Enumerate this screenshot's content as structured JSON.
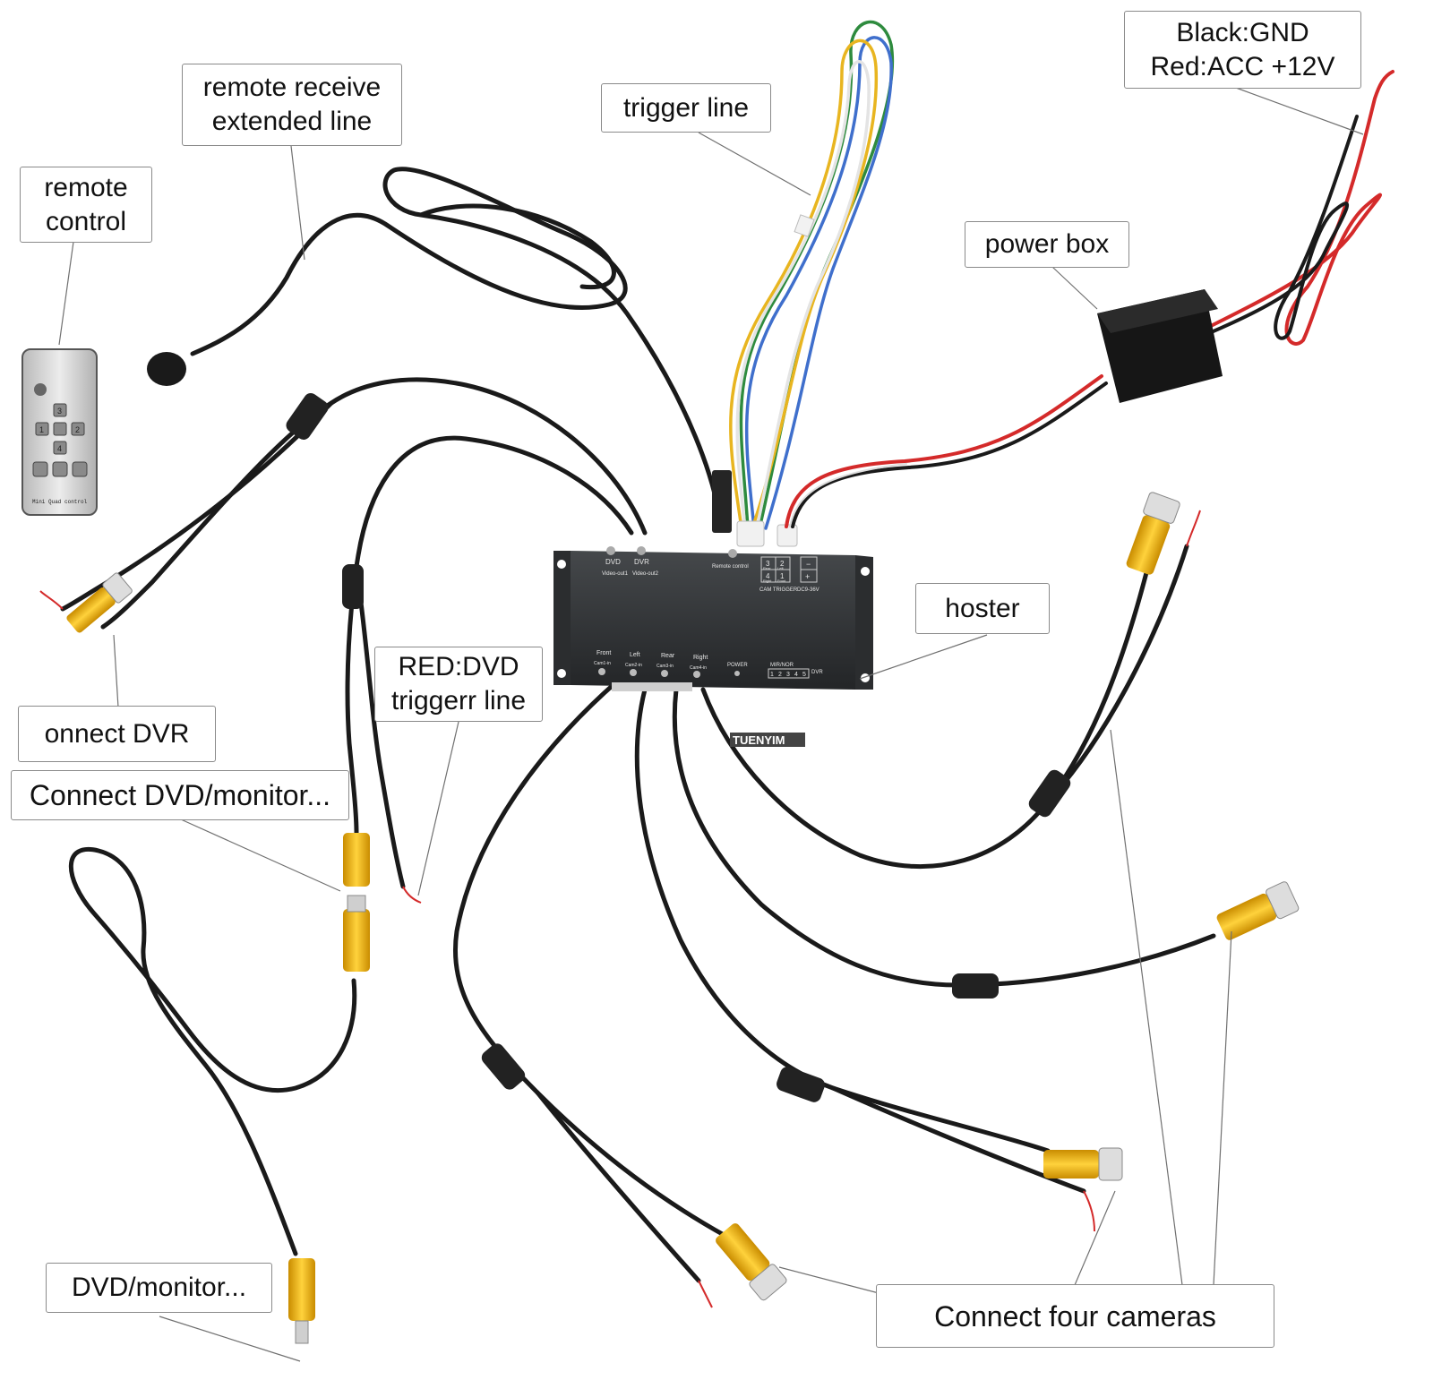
{
  "labels": {
    "remote_receive": [
      "remote receive",
      "extended line"
    ],
    "remote_control": [
      "remote",
      "control"
    ],
    "trigger_line": "trigger line",
    "power_spec": [
      "Black:GND",
      "Red:ACC +12V"
    ],
    "power_box": "power box",
    "hoster": "hoster",
    "red_dvd": [
      "RED:DVD",
      "triggerr line"
    ],
    "connect_dvr": "onnect DVR",
    "connect_dvd_monitor": "Connect DVD/monitor...",
    "dvd_monitor": "DVD/monitor...",
    "connect_cameras": "Connect four cameras"
  },
  "device": {
    "top_labels": [
      "DVD",
      "DVR"
    ],
    "top_sublabels": [
      "Video-out1",
      "Video-out2"
    ],
    "remote_label": "Remote control",
    "trigger_label": "CAM TRIGGER",
    "power_label": "DC9-36V",
    "trigger_pins": [
      "3",
      "2",
      "4",
      "1"
    ],
    "trigger_pin_names": [
      "Rear",
      "Left",
      "Right",
      "Front"
    ],
    "power_pins": [
      "−",
      "+"
    ],
    "camera_labels": [
      "Front",
      "Left",
      "Rear",
      "Right"
    ],
    "camera_sublabels": [
      "Cam1-in",
      "Cam2-in",
      "Cam3-in",
      "Cam4-in"
    ],
    "power_button_label": "POWER",
    "mode_label": "MIR/NOR",
    "mode_switches": [
      "1",
      "2",
      "3",
      "4",
      "5"
    ],
    "side_label": "DVR"
  },
  "remote": {
    "buttons": [
      "3",
      "1",
      "2",
      "4"
    ],
    "footer": "Mini Quad control"
  },
  "watermark": "TUENYIM",
  "colors": {
    "cable": "#1a1a1a",
    "rca_yellow": "#f2b316",
    "power_red": "#d42a2a",
    "device_body": "#2f3133",
    "callout_border": "#8a8a8a"
  }
}
